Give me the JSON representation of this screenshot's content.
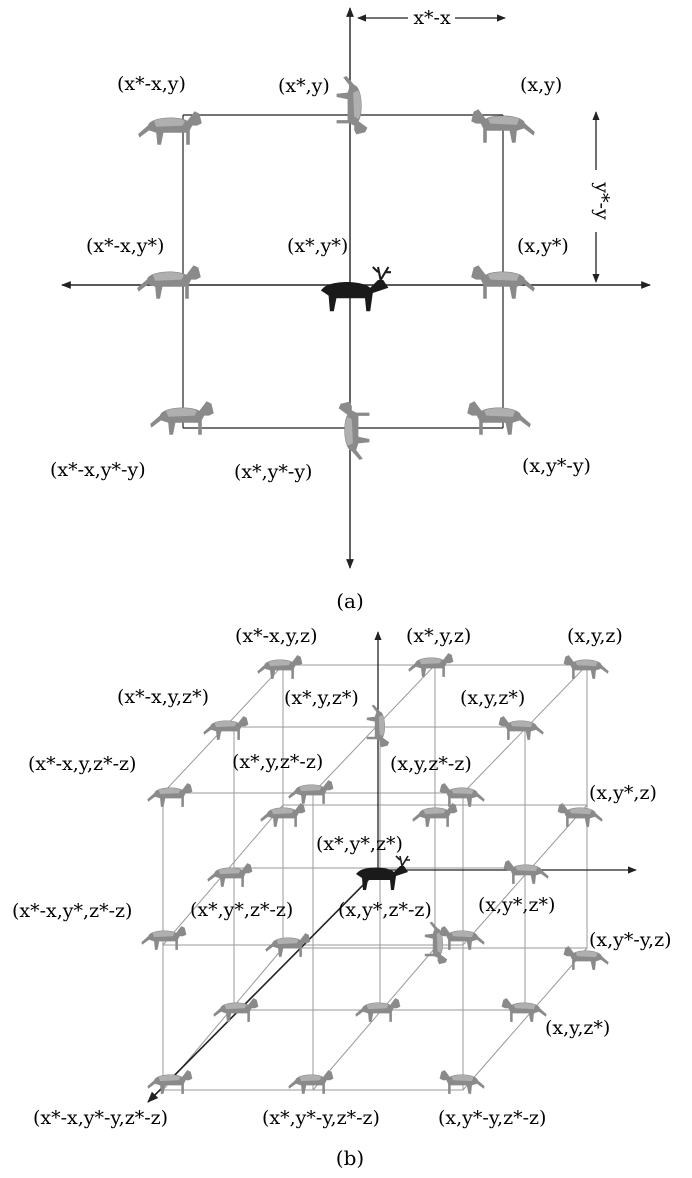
{
  "panel_a": {
    "caption": "(a)",
    "dim_x": "x*-x",
    "dim_y": "y*-y",
    "labels": {
      "top_left": "(x*-x,y)",
      "top_mid": "(x*,y)",
      "top_right": "(x,y)",
      "mid_left": "(x*-x,y*)",
      "center": "(x*,y*)",
      "mid_right": "(x,y*)",
      "bot_left": "(x*-x,y*-y)",
      "bot_mid": "(x*,y*-y)",
      "bot_right": "(x,y*-y)"
    }
  },
  "panel_b": {
    "caption": "(b)",
    "labels": {
      "l1": "(x*-x,y,z)",
      "l2": "(x*,y,z)",
      "l3": "(x,y,z)",
      "l4": "(x*-x,y,z*)",
      "l5": "(x*,y,z*)",
      "l6": "(x,y,z*)",
      "l7": "(x*-x,y,z*-z)",
      "l8": "(x*,y,z*-z)",
      "l9": "(x,y,z*-z)",
      "l10": "(x,y*,z)",
      "l11": "(x*,y*,z*)",
      "l12": "(x*-x,y*,z*-z)",
      "l13": "(x*,y*,z*-z)",
      "l14": "(x,y*,z*-z)",
      "l15": "(x,y*,z*)",
      "l16": "(x,y*-y,z)",
      "l17": "(x,y,z*)",
      "l18": "(x*-x,y*-y,z*-z)",
      "l19": "(x*,y*-y,z*-z)",
      "l20": "(x,y*-y,z*-z)"
    }
  },
  "icons": {
    "wolf": "wolf-icon",
    "prey": "deer-icon"
  },
  "colors": {
    "wolf": "#8a8a8a",
    "prey": "#1a1a1a",
    "line": "#222222",
    "grid": "#9a9a9a"
  }
}
